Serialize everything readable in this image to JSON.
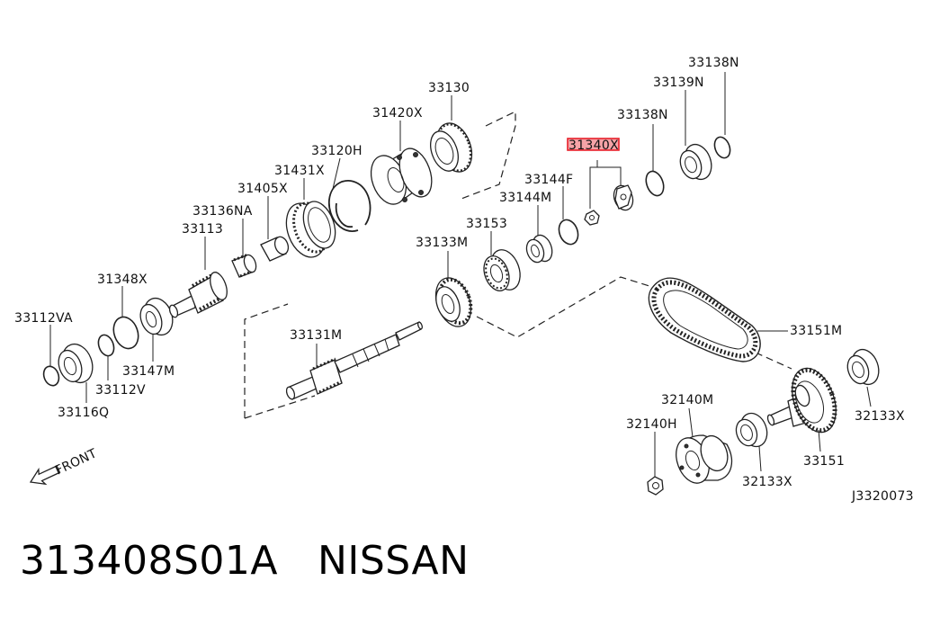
{
  "labels": {
    "l33130": "33130",
    "l31420x": "31420X",
    "l33120h": "33120H",
    "l31431x": "31431X",
    "l31405x": "31405X",
    "l33136na": "33136NA",
    "l33113": "33113",
    "l31348x": "31348X",
    "l33112va": "33112VA",
    "l33147m": "33147M",
    "l33112v": "33112V",
    "l33116q": "33116Q",
    "l33131m": "33131M",
    "l33133m": "33133M",
    "l33153": "33153",
    "l33144m": "33144M",
    "l33144f": "33144F",
    "l31340x": "31340X",
    "l33138n_a": "33138N",
    "l33139n": "33139N",
    "l33138n_b": "33138N",
    "l33151m": "33151M",
    "l32133x_a": "32133X",
    "l33151": "33151",
    "l32133x_b": "32133X",
    "l32140m": "32140M",
    "l32140h": "32140H",
    "front": "FRONT",
    "ref": "J3320073"
  },
  "colors": {
    "highlight": "#e8202a",
    "highlight_fill": "#f5a3a7"
  },
  "caption": {
    "part_number": "313408S01A",
    "brand": "NISSAN"
  }
}
